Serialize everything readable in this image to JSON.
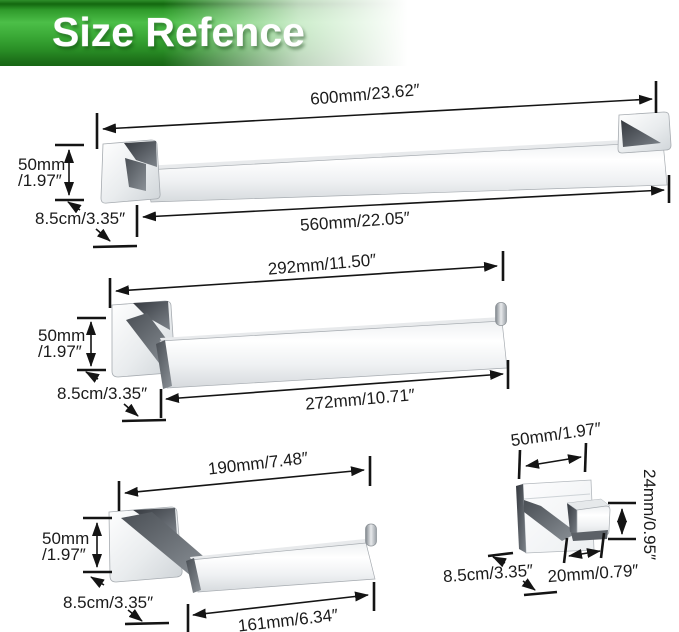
{
  "header": {
    "title": "Size Refence"
  },
  "products": {
    "towel_bar_long": {
      "length_top": "600mm/23.62″",
      "length_bottom": "560mm/22.05″",
      "height_mm": "50mm",
      "height_in": "/1.97″",
      "depth": "8.5cm/3.35″"
    },
    "towel_bar_short": {
      "length_top": "292mm/11.50″",
      "length_bottom": "272mm/10.71″",
      "height_mm": "50mm",
      "height_in": "/1.97″",
      "depth": "8.5cm/3.35″"
    },
    "toilet_paper_holder": {
      "length_top": "190mm/7.48″",
      "length_bottom": "161mm/6.34″",
      "height_mm": "50mm",
      "height_in": "/1.97″",
      "depth": "8.5cm/3.35″"
    },
    "robe_hook": {
      "width": "50mm/1.97″",
      "height": "24mm/0.95″",
      "hook_depth": "20mm/0.79″",
      "depth": "8.5cm/3.35″"
    }
  }
}
